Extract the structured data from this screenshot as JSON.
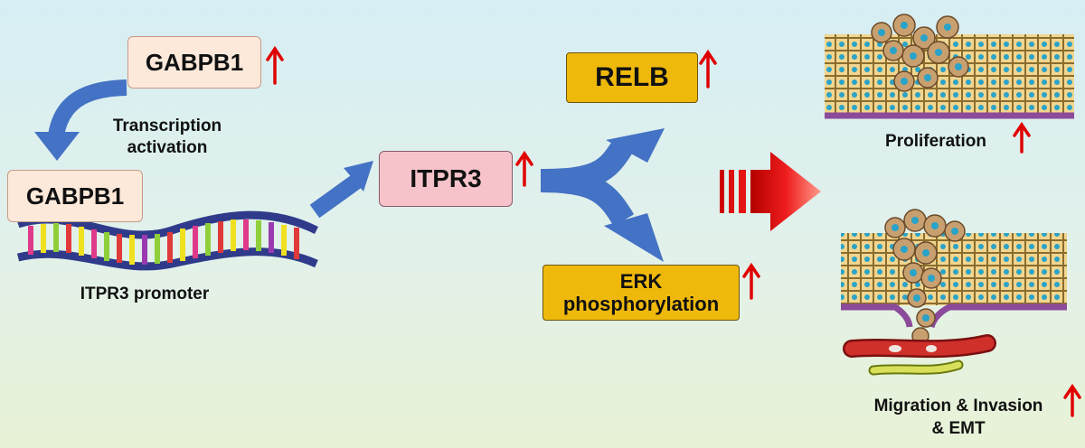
{
  "nodes": {
    "gabpb1_top": "GABPB1",
    "gabpb1_dna": "GABPB1",
    "itpr3": "ITPR3",
    "relb": "RELB",
    "erk_line1": "ERK",
    "erk_line2": "phosphorylation"
  },
  "labels": {
    "transcription_line1": "Transcription",
    "transcription_line2": "activation",
    "promoter": "ITPR3 promoter",
    "proliferation": "Proliferation",
    "migration_line1": "Migration & Invasion",
    "migration_line2": "& EMT"
  },
  "colors": {
    "arrow_blue": "#4472c4",
    "up_arrow_red": "#e00000",
    "box_gold": "#efb90c",
    "box_peach": "#fde9da",
    "box_pink": "#f6c3cb"
  },
  "icons": [
    "up-arrow-icon",
    "big-red-arrow-icon",
    "dna-icon",
    "tissue-proliferation-icon",
    "tissue-invasion-icon",
    "blood-vessel-icon"
  ]
}
